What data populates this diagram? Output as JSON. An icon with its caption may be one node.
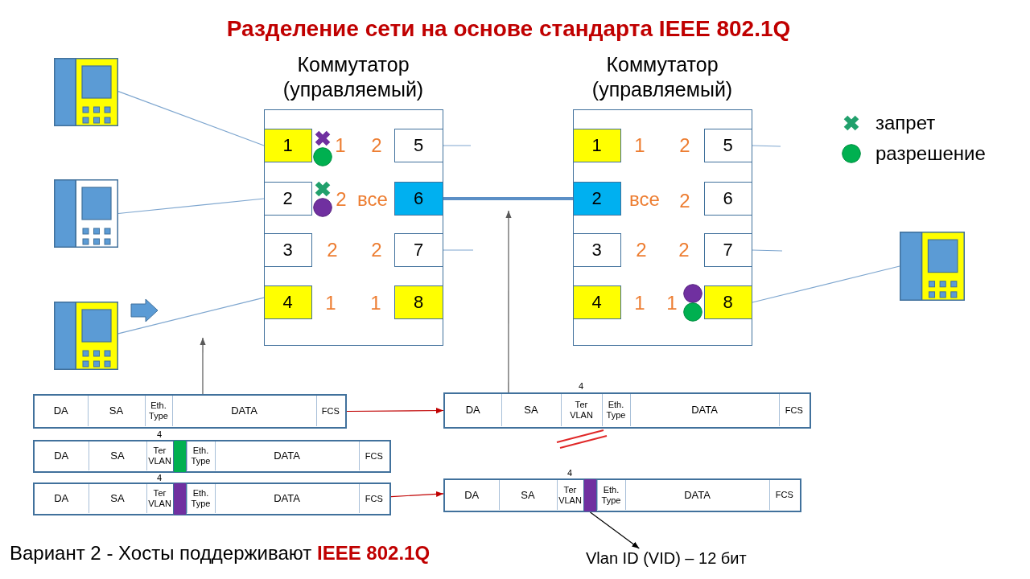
{
  "diagram": {
    "title": "Разделение сети на основе стандарта IEEE 802.1Q",
    "caption": "Вариант 2 - Хосты поддерживают **IEEE 802.1Q**",
    "nodes": [
      {
        "text": [],
        "shape": "picture"
      },
      {
        "text": [],
        "shape": "picture"
      },
      {
        "text": [],
        "shape": "picture"
      },
      {
        "text": [
          "Коммутатор (управляемый)"
        ]
      },
      {
        "text": [
          "1"
        ],
        "in": 3,
        "beside": [
          "1"
        ]
      },
      {
        "text": [
          "2"
        ],
        "in": 3,
        "beside": [
          "2"
        ]
      },
      {
        "text": [
          "3"
        ],
        "in": 3,
        "beside": [
          "2"
        ]
      },
      {
        "text": [
          "4"
        ],
        "in": 3,
        "beside": [
          "1"
        ]
      },
      {
        "text": [
          "5"
        ],
        "in": 3,
        "beside": [
          "2"
        ]
      },
      {
        "text": [
          "6"
        ],
        "in": 3,
        "beside": [
          "все"
        ]
      },
      {
        "text": [
          "7"
        ],
        "in": 3,
        "beside": [
          "2"
        ]
      },
      {
        "text": [
          "8"
        ],
        "in": 3,
        "beside": [
          "1"
        ]
      },
      {
        "text": [
          "Коммутатор (управляемый)"
        ]
      },
      {
        "text": [
          "1"
        ],
        "in": 12,
        "beside": [
          "1"
        ]
      },
      {
        "text": [
          "2"
        ],
        "in": 12,
        "beside": [
          "все"
        ]
      },
      {
        "text": [
          "3"
        ],
        "in": 12,
        "beside": [
          "2"
        ]
      },
      {
        "text": [
          "4"
        ],
        "in": 12,
        "beside": [
          "1"
        ]
      },
      {
        "text": [
          "5"
        ],
        "in": 12,
        "beside": [
          "2"
        ]
      },
      {
        "text": [
          "6"
        ],
        "in": 12,
        "beside": [
          "2"
        ]
      },
      {
        "text": [
          "7"
        ],
        "in": 12,
        "beside": [
          "2"
        ]
      },
      {
        "text": [
          "8"
        ],
        "in": 12,
        "beside": [
          "1"
        ]
      },
      {
        "text": [],
        "shape": "picture"
      },
      {
        "text": [
          "DA",
          "SA",
          "Eth. Type",
          "DATA",
          "FCS"
        ]
      },
      {
        "text": [
          "DA",
          "SA",
          "Тег VLAN",
          "Eth. Type",
          "DATA",
          "FCS"
        ],
        "beside": [
          "4"
        ]
      },
      {
        "text": [],
        "shape": "bar",
        "in": 23
      },
      {
        "text": [
          "DA",
          "SA",
          "Тег VLAN",
          "Eth. Type",
          "DATA",
          "FCS"
        ],
        "beside": [
          "4"
        ]
      },
      {
        "text": [],
        "shape": "bar",
        "in": 25
      },
      {
        "text": [
          "DA",
          "SA",
          "Тег VLAN",
          "Eth. Type",
          "DATA",
          "FCS"
        ],
        "beside": [
          "4"
        ]
      },
      {
        "text": [
          "DA",
          "SA",
          "Тег VLAN",
          "Eth. Type",
          "DATA",
          "FCS"
        ],
        "beside": [
          "4"
        ]
      },
      {
        "text": [],
        "shape": "bar",
        "in": 28
      },
      {
        "text": [
          "Vlan ID (VID) – 12 бит"
        ]
      }
    ],
    "edges": [
      {
        "from": 0,
        "to": 4,
        "arrow": "none"
      },
      {
        "from": 1,
        "to": 5,
        "arrow": "none"
      },
      {
        "from": 2,
        "to": 7,
        "arrow": "none"
      },
      {
        "from": 8,
        "to": null,
        "arrow": "none"
      },
      {
        "from": 9,
        "to": 14,
        "arrow": "none",
        "style": "thick"
      },
      {
        "from": 10,
        "to": null,
        "arrow": "none"
      },
      {
        "from": 17,
        "to": null,
        "arrow": "none"
      },
      {
        "from": 19,
        "to": null,
        "arrow": "none"
      },
      {
        "from": 20,
        "to": 21,
        "arrow": "none"
      },
      {
        "from": 22,
        "to": null,
        "arrow": "to",
        "color": "#595959"
      },
      {
        "from": 27,
        "to": null,
        "arrow": "to",
        "color": "#595959"
      },
      {
        "from": 22,
        "to": 27,
        "arrow": "to",
        "color": "#c00000"
      },
      {
        "from": 25,
        "to": 28,
        "arrow": "to",
        "color": "#c00000"
      },
      {
        "from": 29,
        "to": 30,
        "arrow": "to",
        "color": "#000000"
      }
    ],
    "legend": [
      {
        "text": "запрет"
      },
      {
        "text": "разрешение"
      }
    ]
  }
}
